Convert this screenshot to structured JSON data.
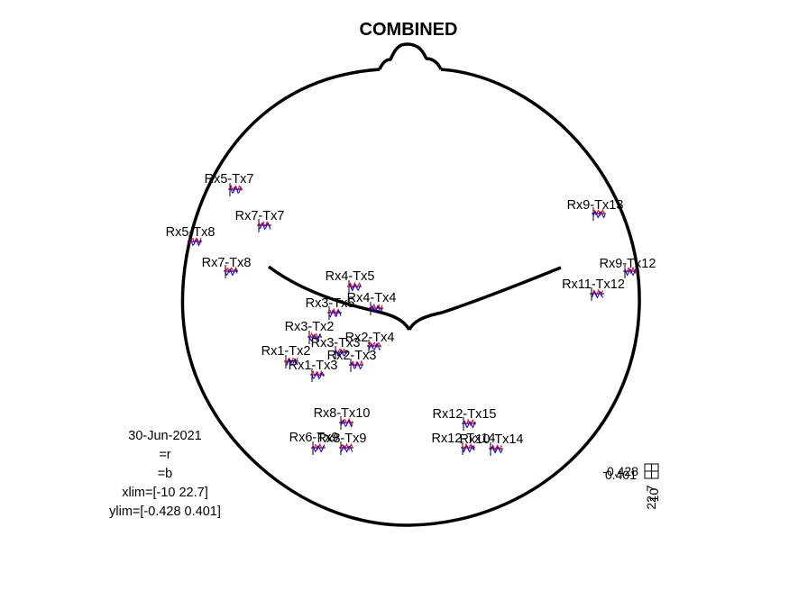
{
  "figure": {
    "title": "COMBINED",
    "colors": {
      "outline": "#000000",
      "axes": "#000000",
      "trace_r": "#ff0000",
      "trace_b": "#0000ff"
    }
  },
  "channels": [
    {
      "name": "Rx5-Tx7"
    },
    {
      "name": "Rx7-Tx7"
    },
    {
      "name": "Rx5-Tx8"
    },
    {
      "name": "Rx7-Tx8"
    },
    {
      "name": "Rx9-Tx13"
    },
    {
      "name": "Rx9-Tx12"
    },
    {
      "name": "Rx11-Tx12"
    },
    {
      "name": "Rx4-Tx5"
    },
    {
      "name": "Rx3-Tx5"
    },
    {
      "name": "Rx4-Tx4"
    },
    {
      "name": "Rx3-Tx2"
    },
    {
      "name": "Rx2-Tx4"
    },
    {
      "name": "Rx3-Tx3"
    },
    {
      "name": "Rx1-Tx2"
    },
    {
      "name": "Rx2-Tx3"
    },
    {
      "name": "Rx1-Tx3"
    },
    {
      "name": "Rx8-Tx10"
    },
    {
      "name": "Rx6-Tx9"
    },
    {
      "name": "Rx8-Tx9"
    },
    {
      "name": "Rx12-Tx15"
    },
    {
      "name": "Rx12-Tx14"
    },
    {
      "name": "Rx10-Tx14"
    }
  ],
  "info": {
    "date": "30-Jun-2021",
    "legend_r": "=r",
    "legend_b": "=b",
    "xlim": "xlim=[-10 22.7]",
    "ylim": "ylim=[-0.428 0.401]"
  },
  "scale": {
    "y_min_label": "-0.428",
    "y_max_label": "0.401",
    "x_min_label": "-10",
    "x_max_label": "22.7"
  }
}
